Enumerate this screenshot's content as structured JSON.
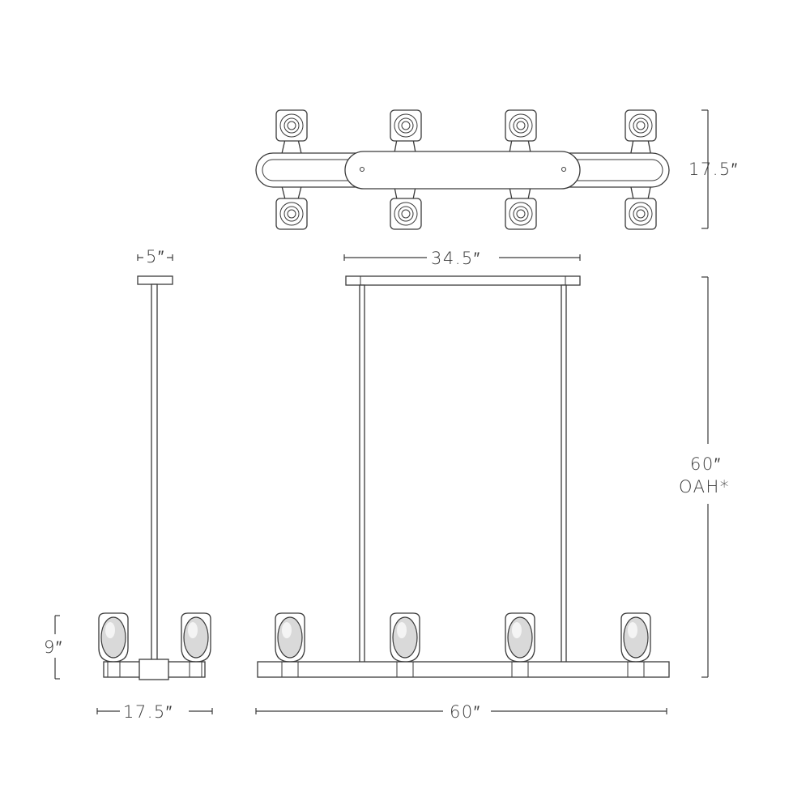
{
  "dimensions": {
    "top_depth": "17.5″",
    "canopy_depth": "5″",
    "canopy_width": "34.5″",
    "overall_height_value": "60″",
    "overall_height_note": "OAH*",
    "fixture_height": "9″",
    "side_width": "17.5″",
    "front_width": "60″"
  },
  "colors": {
    "line": "#3a3a3a",
    "glass": "#d9d9d9",
    "background": "#ffffff"
  }
}
